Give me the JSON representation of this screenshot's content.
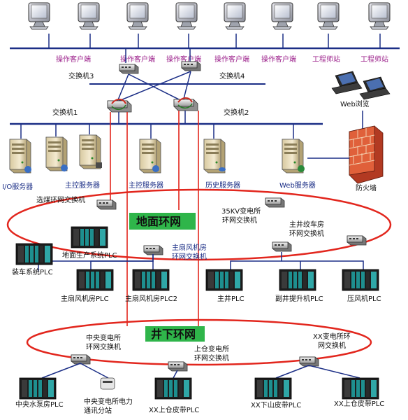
{
  "colors": {
    "backbone": "#1b2e86",
    "ring": "#e2261d",
    "ring_label_bg": "#2fb54a",
    "client_label": "#9b1f8a",
    "firewall": "#d9472b"
  },
  "top_row": {
    "clients": [
      "操作客户端",
      "操作客户端",
      "操作客户端",
      "操作客户端",
      "操作客户端",
      "工程师站",
      "工程师站"
    ]
  },
  "switches": {
    "sw3": "交换机3",
    "sw4": "交换机4",
    "sw1": "交换机1",
    "sw2": "交换机2"
  },
  "web_browse": "Web浏览",
  "servers": [
    "I/O服务器",
    "主控服务器",
    "主控服务器",
    "历史服务器",
    "Web服务器"
  ],
  "firewall_label": "防火墙",
  "surface_ring": {
    "label": "地面环网",
    "coal_switch": "选煤环网交换机",
    "kv35_switch": [
      "35KV变电所",
      "环网交换机"
    ],
    "hoist_switch": [
      "主井绞车房",
      "环网交换机"
    ],
    "fan_switch": [
      "主扇风机房",
      "环网交换机"
    ],
    "plcs": [
      "装车系统PLC",
      "地面生产系统PLC",
      "主扇风机房PLC",
      "主扇风机房PLC2",
      "主井PLC",
      "副井提升机PLC",
      "压风机PLC"
    ]
  },
  "underground_ring": {
    "label": "井下环网",
    "central_switch": [
      "中央变电所",
      "环网交换机"
    ],
    "upper_switch": [
      "上仓变电所",
      "环网交换机"
    ],
    "xx_switch": [
      "XX变电所环",
      "网交换机"
    ],
    "plcs": [
      "中央水泵房PLC",
      "XX上仓皮带PLC",
      "XX下山皮带PLC",
      "XX上仓皮带PLC"
    ],
    "comm_station": [
      "中央变电所电力",
      "通讯分站"
    ]
  }
}
